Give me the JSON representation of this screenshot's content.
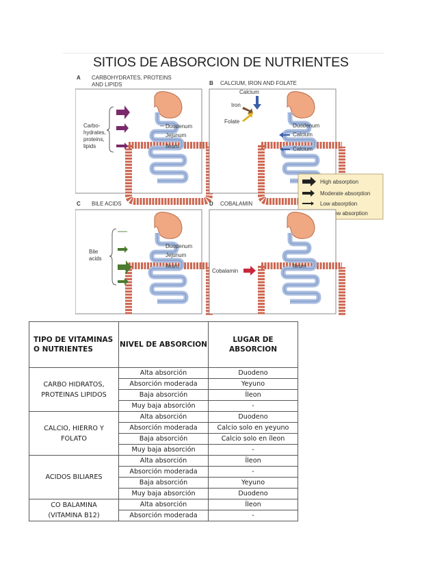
{
  "title": "SITIOS DE ABSORCION DE NUTRIENTES",
  "figure": {
    "panelA": {
      "heading_letter": "A",
      "heading_line1": "CARBOHYDRATES, PROTEINS",
      "heading_line2": "AND LIPIDS",
      "label_1": "Carbo-",
      "label_2": "hydrates,",
      "label_3": "proteins,",
      "label_4": "lipids",
      "duodenum": "Duodenum",
      "jejunum": "Jejunum",
      "ileum": "Ileum"
    },
    "panelB": {
      "heading_letter": "B",
      "heading": "CALCIUM, IRON AND FOLATE",
      "calcium_top": "Calcium",
      "iron": "Iron",
      "folate": "Folate",
      "duodenum": "Duodenum",
      "calcium_1": "Calcium",
      "calcium_2": "Calcium"
    },
    "panelC": {
      "heading_letter": "C",
      "heading": "BILE ACIDS",
      "label_1": "Bile",
      "label_2": "acids",
      "duodenum": "Duodenum",
      "jejunum": "Jejunum",
      "ileum": "Ileum"
    },
    "panelD": {
      "heading_letter": "D",
      "heading": "COBALAMIN",
      "cobalamin": "Cobalamin",
      "ileum": "Ileum"
    },
    "legend": {
      "high": "High absorption",
      "moderate": "Moderate absorption",
      "low": "Low absorption",
      "very_low": "Very low absorption"
    },
    "colors": {
      "intestine": "#a9bde0",
      "stomach": "#f0a882",
      "colon": "#cc6650",
      "purple": "#7a2a6a",
      "green": "#4c7a30",
      "red": "#c8283c",
      "blue": "#3a5fa8",
      "brown": "#7a5030",
      "yellow": "#e0b020",
      "legend_bg": "#fbefc8"
    }
  },
  "table": {
    "headers": [
      "TIPO DE VITAMINAS O NUTRIENTES",
      "NIVEL DE ABSORCION",
      "LUGAR DE ABSORCION"
    ],
    "groups": [
      {
        "name": "CARBO HIDRATOS, PROTEINAS LIPIDOS",
        "rows": [
          [
            "Alta absorción",
            "Duodeno"
          ],
          [
            "Absorción moderada",
            "Yeyuno"
          ],
          [
            "Baja absorción",
            "Íleon"
          ],
          [
            "Muy baja absorción",
            "-"
          ]
        ]
      },
      {
        "name": "CALCIO, HIERRO Y FOLATO",
        "rows": [
          [
            "Alta absorción",
            "Duodeno"
          ],
          [
            "Absorción moderada",
            "Calcio solo en yeyuno"
          ],
          [
            "Baja absorción",
            "Calcio solo en íleon"
          ],
          [
            "Muy baja absorción",
            "-"
          ]
        ]
      },
      {
        "name": "ACIDOS BILIARES",
        "rows": [
          [
            "Alta absorción",
            "Íleon"
          ],
          [
            "Absorción moderada",
            "-"
          ],
          [
            "Baja absorción",
            "Yeyuno"
          ],
          [
            "Muy baja absorción",
            "Duodeno"
          ]
        ]
      },
      {
        "name": "CO BALAMINA (VITAMINA B12)",
        "rows": [
          [
            "Alta absorción",
            "Íleon"
          ],
          [
            "Absorción moderada",
            "-"
          ]
        ]
      }
    ]
  }
}
